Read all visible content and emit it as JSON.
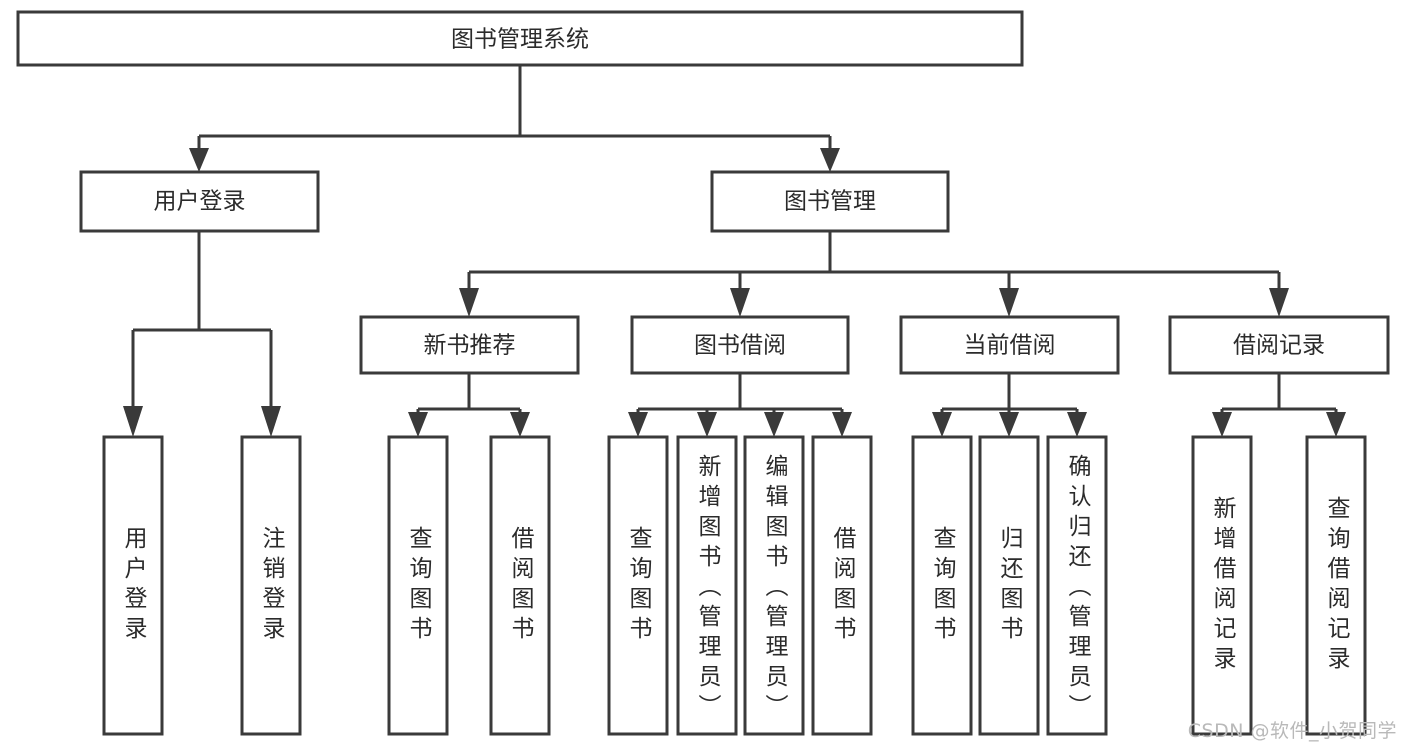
{
  "diagram": {
    "type": "tree-hierarchy",
    "title": "图书管理系统",
    "watermark": "CSDN @软件_小贺同学",
    "colors": {
      "box_stroke": "#3a3a3a",
      "box_fill": "#ffffff",
      "text": "#2b2b2b",
      "connector": "#3a3a3a",
      "watermark": "#b9b9b9",
      "background": "#ffffff"
    },
    "levels": {
      "root": {
        "label": "图书管理系统"
      },
      "level2": [
        {
          "label": "用户登录"
        },
        {
          "label": "图书管理"
        }
      ],
      "level3": [
        {
          "label": "新书推荐"
        },
        {
          "label": "图书借阅"
        },
        {
          "label": "当前借阅"
        },
        {
          "label": "借阅记录"
        }
      ],
      "leaves": {
        "user_login": [
          {
            "label": "用户登录"
          },
          {
            "label": "注销登录"
          }
        ],
        "new_book_recommend": [
          {
            "label": "查询图书"
          },
          {
            "label": "借阅图书"
          }
        ],
        "book_borrow": [
          {
            "label": "查询图书"
          },
          {
            "label": "新增图书（管理员）"
          },
          {
            "label": "编辑图书（管理员）"
          },
          {
            "label": "借阅图书"
          }
        ],
        "current_borrow": [
          {
            "label": "查询图书"
          },
          {
            "label": "归还图书"
          },
          {
            "label": "确认归还（管理员）"
          }
        ],
        "borrow_record": [
          {
            "label": "新增借阅记录"
          },
          {
            "label": "查询借阅记录"
          }
        ]
      }
    }
  }
}
